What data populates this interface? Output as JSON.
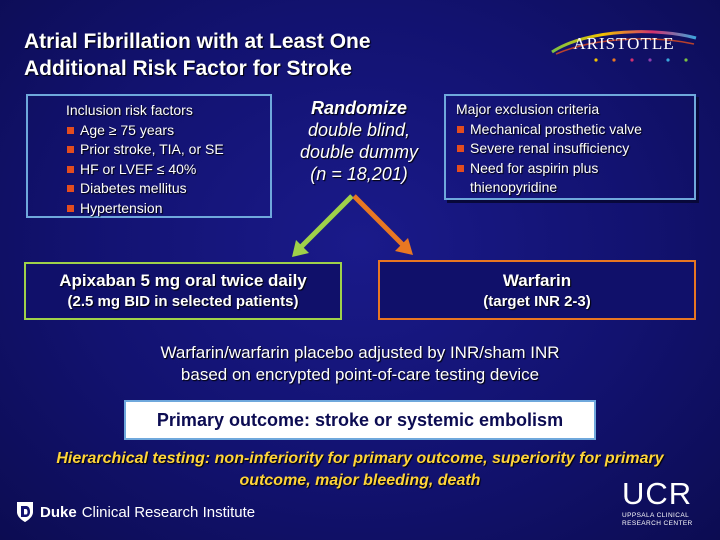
{
  "title": "Atrial Fibrillation with at Least One\nAdditional Risk Factor for Stroke",
  "logo": {
    "text": "ARISTOTLE",
    "colors": [
      "#f2c300",
      "#e87722",
      "#d3316f",
      "#8e3fb0",
      "#3aa6dd",
      "#7ac143"
    ]
  },
  "inclusion": {
    "heading": "Inclusion risk factors",
    "items": [
      "Age ≥ 75 years",
      "Prior stroke, TIA, or SE",
      "HF or LVEF ≤ 40%",
      "Diabetes mellitus",
      "Hypertension"
    ]
  },
  "randomize": {
    "line1": "Randomize",
    "line2": "double blind,",
    "line3": "double dummy",
    "line4": "(n = 18,201)"
  },
  "exclusion": {
    "heading": "Major exclusion criteria",
    "items": [
      "Mechanical prosthetic valve",
      "Severe renal insufficiency",
      "Need for aspirin plus thienopyridine"
    ]
  },
  "arm_apixaban": {
    "line1": "Apixaban 5 mg oral twice daily",
    "line2": "(2.5 mg BID in selected patients)"
  },
  "arm_warfarin": {
    "line1": "Warfarin",
    "line2": "(target INR 2-3)"
  },
  "note": {
    "line1": "Warfarin/warfarin placebo adjusted by INR/sham INR",
    "line2": "based on encrypted point-of-care testing device"
  },
  "primary_outcome": "Primary outcome: stroke or systemic embolism",
  "hierarchical": "Hierarchical testing: non-inferiority for primary outcome, superiority for primary outcome, major bleeding, death",
  "duke": {
    "name": "Duke",
    "rest": "Clinical Research Institute"
  },
  "ucr": {
    "abbr": "UCR",
    "line1": "UPPSALA CLINICAL",
    "line2": "RESEARCH CENTER"
  },
  "colors": {
    "background": "#121270",
    "box_border": "#6fa8dc",
    "bullet": "#e34d1f",
    "apixaban_arrow": "#9fd14a",
    "warfarin_arrow": "#e87722",
    "highlight_text": "#ffd43a"
  }
}
